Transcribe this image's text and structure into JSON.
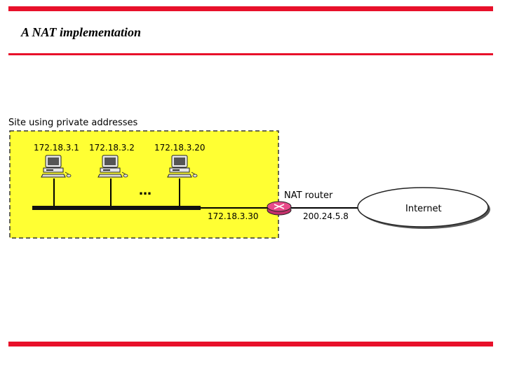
{
  "slide": {
    "title": "A NAT implementation"
  },
  "diagram": {
    "site_label": "Site using private addresses",
    "hosts": [
      {
        "ip": "172.18.3.1"
      },
      {
        "ip": "172.18.3.2"
      },
      {
        "ip": "172.18.3.20"
      }
    ],
    "ellipsis": "…",
    "router_inside_ip": "172.18.3.30",
    "router_label": "NAT router",
    "router_outside_ip": "200.24.5.8",
    "cloud_label": "Internet",
    "colors": {
      "site_fill": "#ffff33",
      "accent_red": "#e8102a",
      "router": "#e84a8a"
    }
  }
}
